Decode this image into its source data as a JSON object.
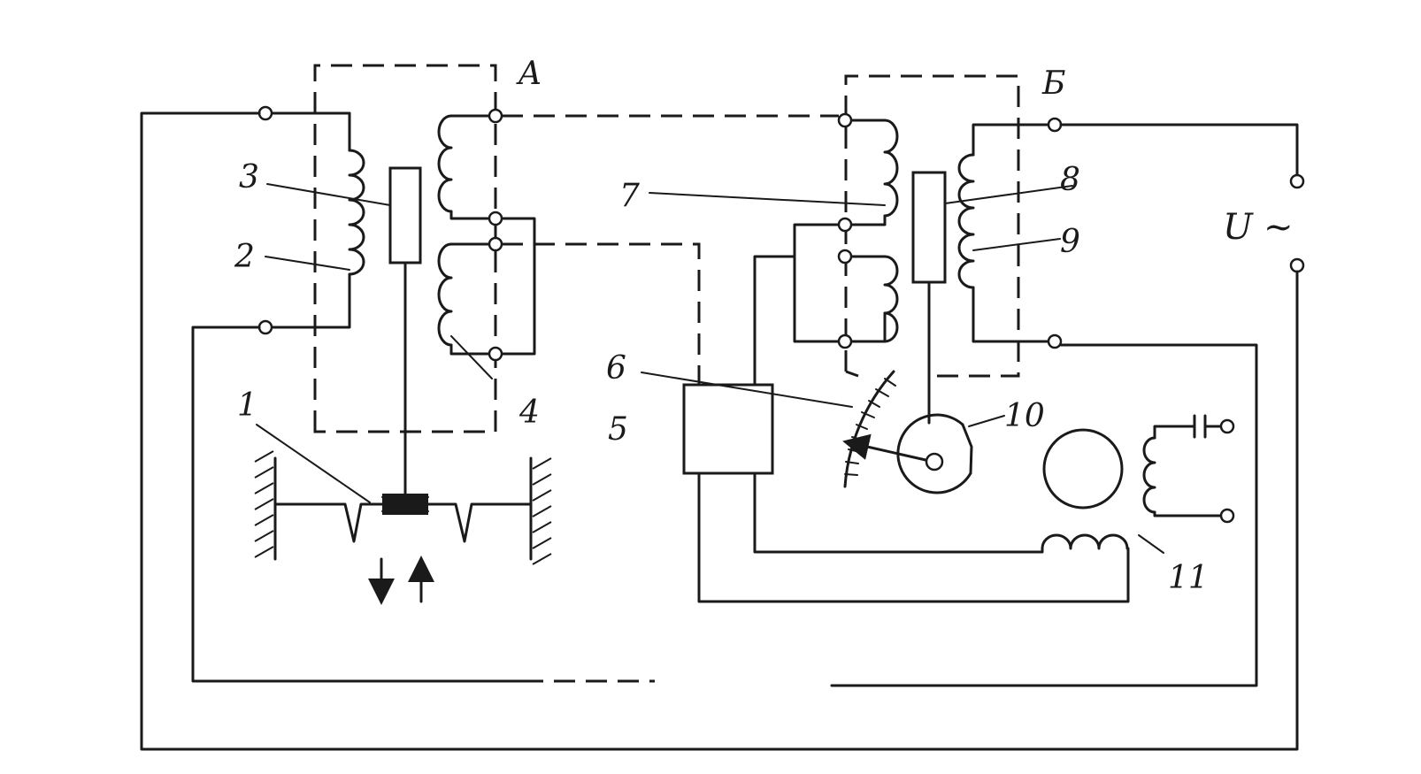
{
  "diagram": {
    "labels": {
      "block_a": "A",
      "block_b": "Б",
      "n1": "1",
      "n2": "2",
      "n3": "3",
      "n4": "4",
      "n5": "5",
      "n6": "6",
      "n7": "7",
      "n8": "8",
      "n9": "9",
      "n10": "10",
      "n11": "11",
      "voltage": "U",
      "ac_symbol": "~"
    }
  }
}
